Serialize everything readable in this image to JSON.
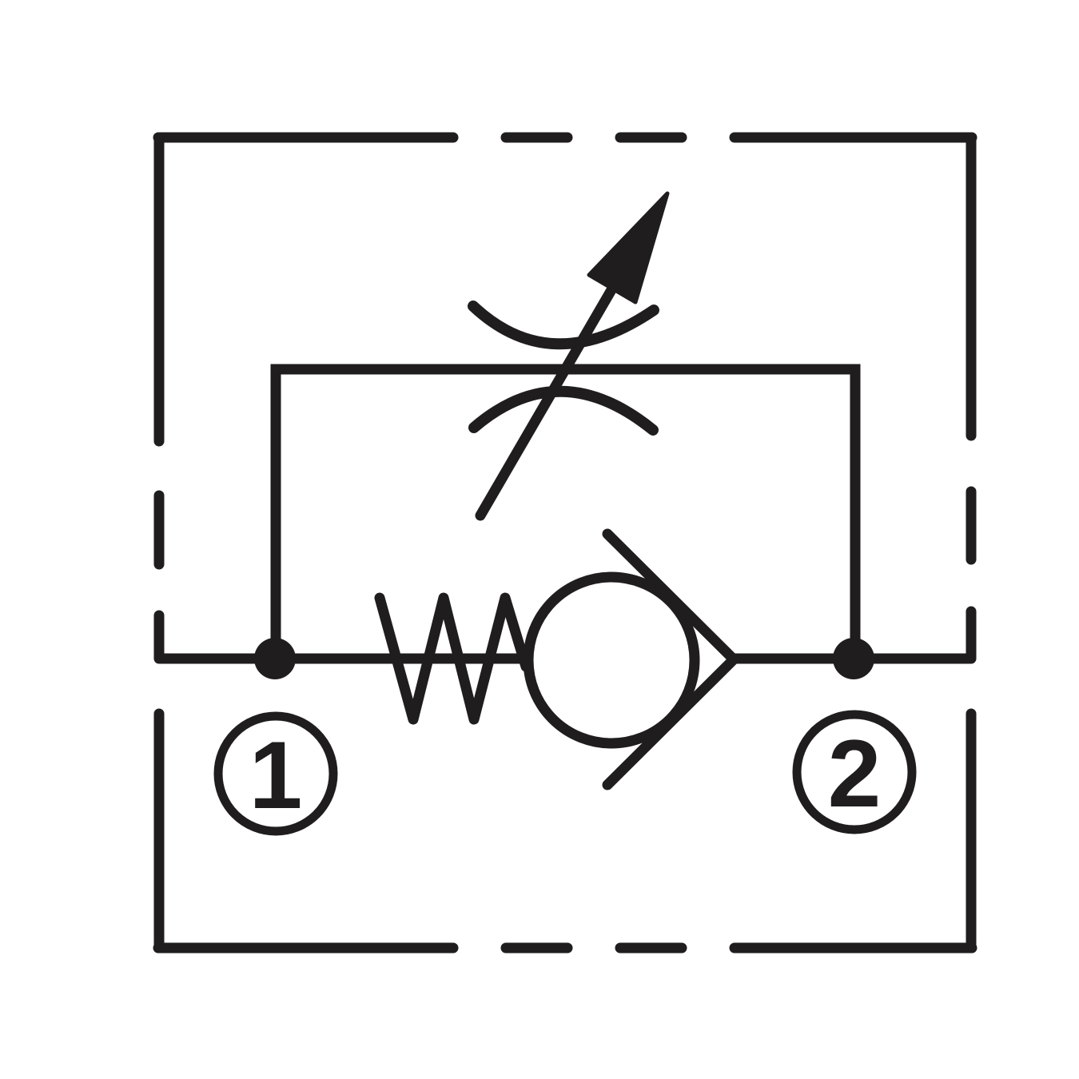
{
  "diagram": {
    "kind": "hydraulic-valve-schematic",
    "background_color": "#ffffff",
    "ink_color": "#1f1d1d",
    "ports": [
      {
        "label": "1"
      },
      {
        "label": "2"
      }
    ],
    "symbols": {
      "envelope": "dashed-enclosure-border",
      "throttle": "adjustable-restrictor-arrow",
      "restrictor_arcs": "venturi-restriction-arcs",
      "bypass": "bypass-loop-line",
      "main_line": "main-flow-line",
      "spring": "spring-zigzag",
      "check_valve": "check-valve-circle-and-seat",
      "junctions": "connection-node-dots"
    }
  }
}
